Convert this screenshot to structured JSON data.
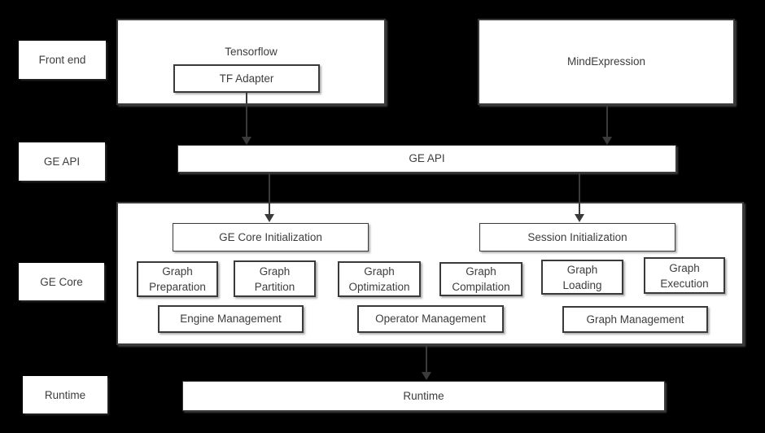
{
  "colors": {
    "background": "#000000",
    "box_fill": "#ffffff",
    "box_border": "#3a3a3a",
    "text": "#3d3d3d",
    "arrow": "#3a3a3a"
  },
  "layer_labels": [
    {
      "label": "Front end"
    },
    {
      "label": "GE API"
    },
    {
      "label": "GE Core"
    },
    {
      "label": "Runtime"
    }
  ],
  "front_end": {
    "tensorflow_label": "Tensorflow",
    "tf_adapter_label": "TF Adapter",
    "mindexpression_label": "MindExpression"
  },
  "ge_api": {
    "label": "GE API"
  },
  "ge_core": {
    "ge_core_init_label": "GE Core Initialization",
    "session_init_label": "Session Initialization",
    "modules": [
      {
        "line1": "Graph",
        "line2": "Preparation"
      },
      {
        "line1": "Graph",
        "line2": "Partition"
      },
      {
        "line1": "Graph",
        "line2": "Optimization"
      },
      {
        "line1": "Graph",
        "line2": "Compilation"
      },
      {
        "line1": "Graph",
        "line2": "Loading"
      },
      {
        "line1": "Graph",
        "line2": "Execution"
      }
    ],
    "management_boxes": [
      {
        "label": "Engine Management"
      },
      {
        "label": "Operator Management"
      },
      {
        "label": "Graph Management"
      }
    ]
  },
  "runtime": {
    "label": "Runtime"
  }
}
